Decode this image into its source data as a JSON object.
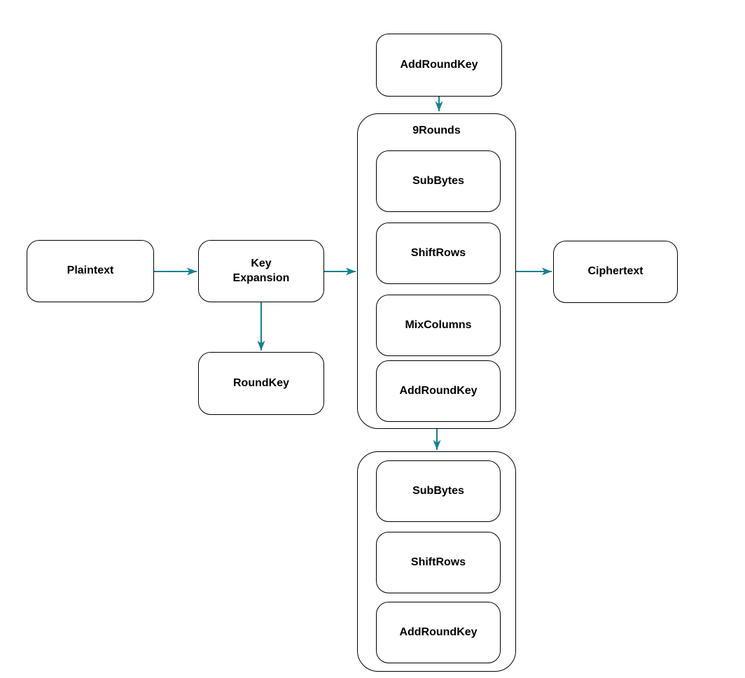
{
  "diagram": {
    "background": "#ffffff",
    "accent_color": "#17808E",
    "node_fill": "#ffffff",
    "node_border": "#000000",
    "nodes": {
      "initial_add_round_key": "AddRoundKey",
      "plaintext": "Plaintext",
      "key_expansion": "Key\nExpansion",
      "round_key": "RoundKey",
      "ciphertext": "Ciphertext"
    },
    "rounds_group": {
      "label": "9Rounds",
      "steps": [
        "SubBytes",
        "ShiftRows",
        "MixColumns",
        "AddRoundKey"
      ]
    },
    "final_group": {
      "steps": [
        "SubBytes",
        "ShiftRows",
        "AddRoundKey"
      ]
    }
  }
}
